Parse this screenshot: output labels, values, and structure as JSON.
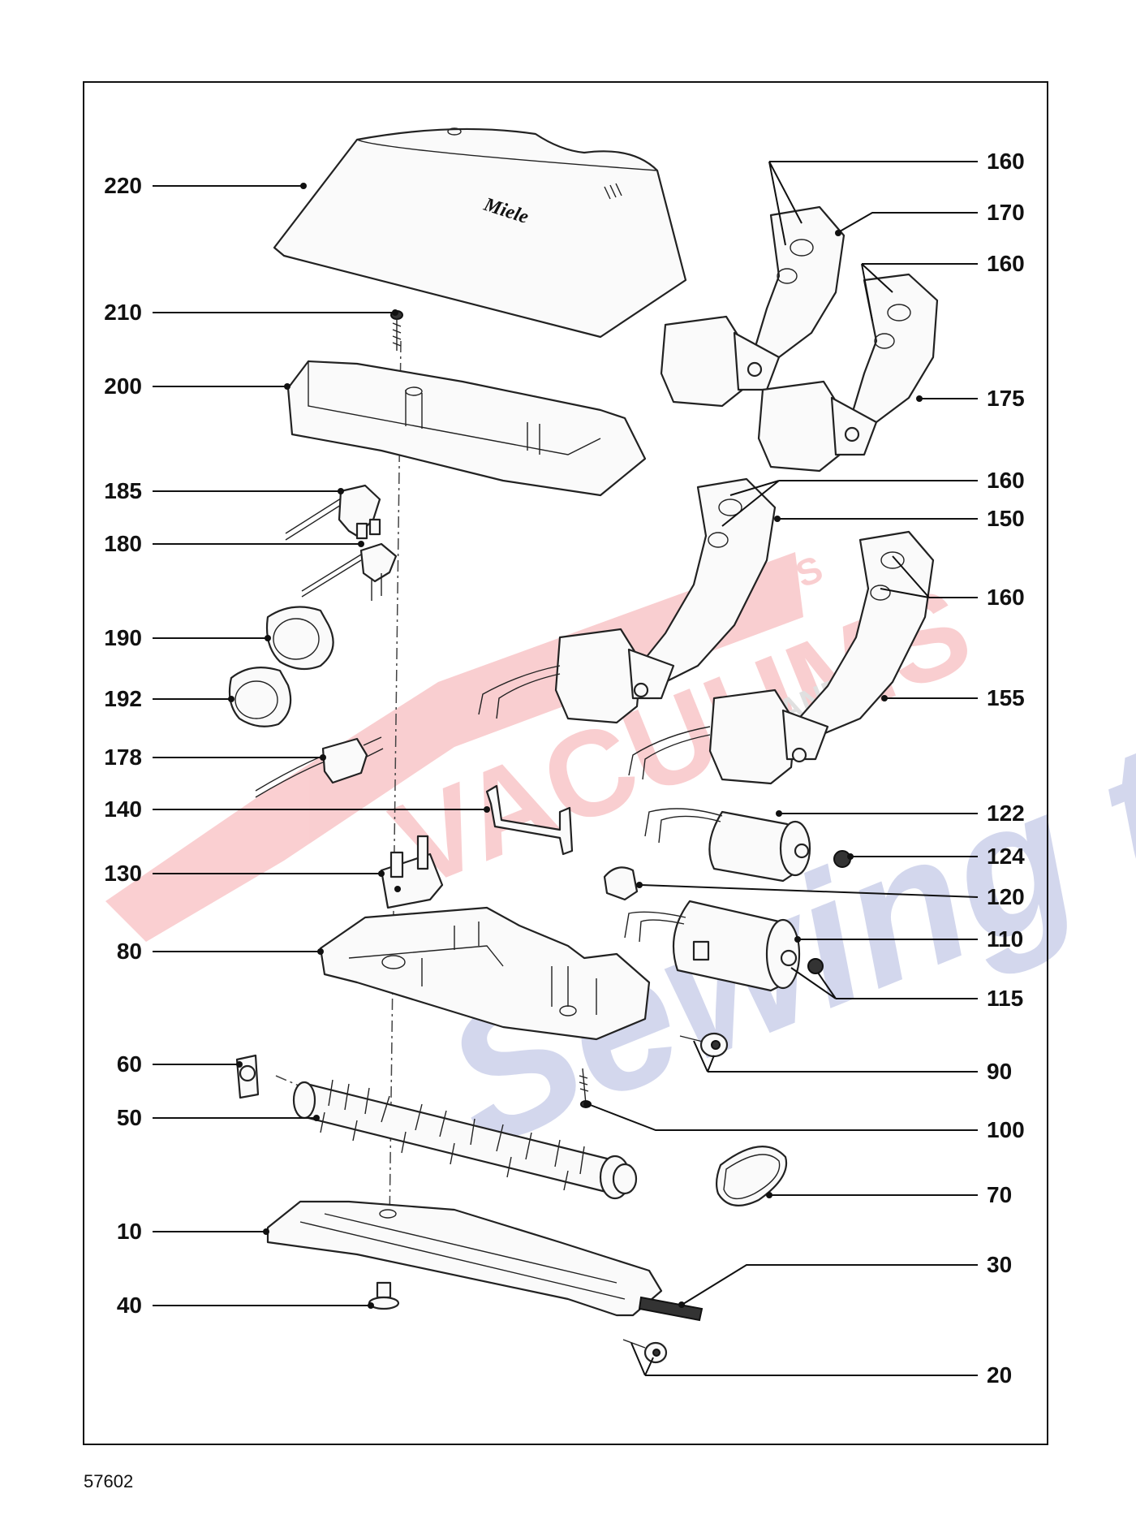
{
  "diagram": {
    "brand_mark": "Miele",
    "drawing_number": "57602",
    "watermark": {
      "text": "VACUUMS-R-US AND Sewing too",
      "colors": {
        "red": "#e8242c",
        "blue": "#3a4fb0"
      }
    },
    "labels_left": [
      "220",
      "210",
      "200",
      "185",
      "180",
      "190",
      "192",
      "178",
      "140",
      "130",
      "80",
      "60",
      "50",
      "10",
      "40"
    ],
    "labels_right": [
      "160",
      "170",
      "160",
      "175",
      "160",
      "150",
      "160",
      "155",
      "122",
      "124",
      "120",
      "110",
      "115",
      "90",
      "100",
      "70",
      "30",
      "20"
    ]
  }
}
